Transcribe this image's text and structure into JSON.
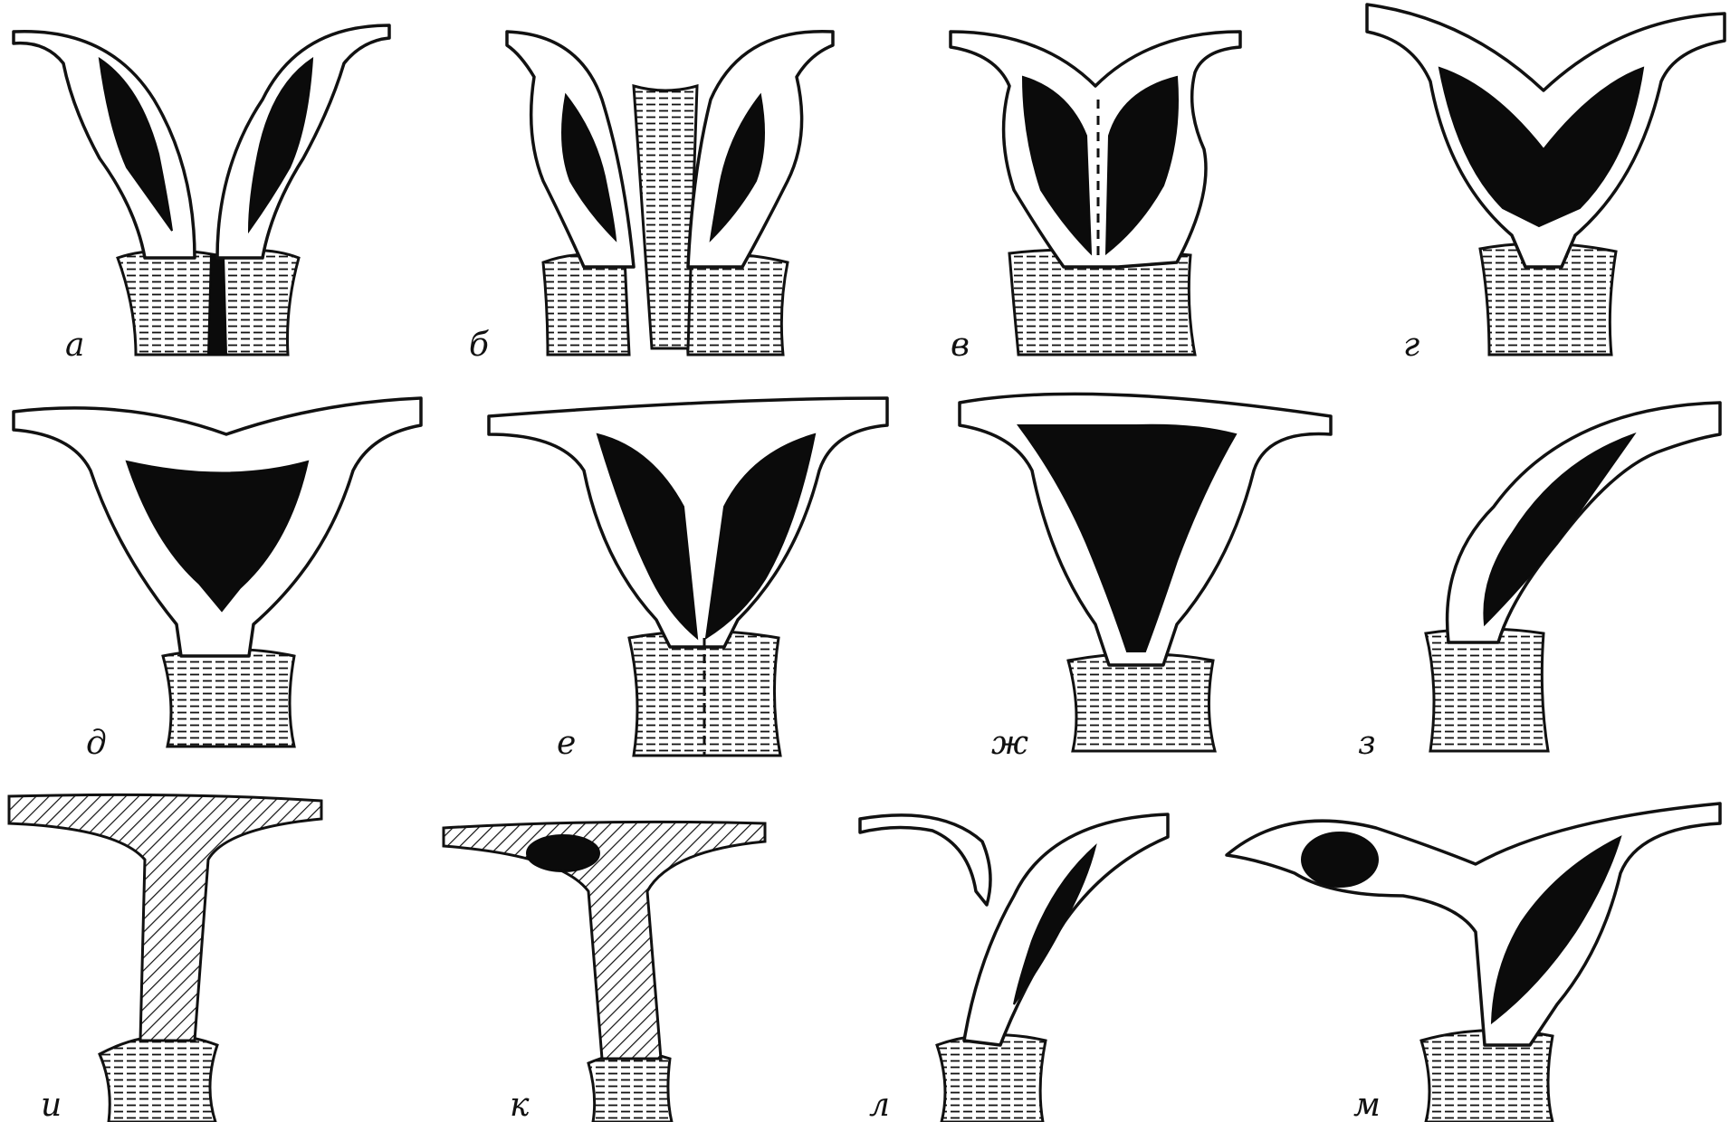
{
  "panels": [
    {
      "id": "a",
      "label": "а"
    },
    {
      "id": "b",
      "label": "б"
    },
    {
      "id": "v",
      "label": "в"
    },
    {
      "id": "g",
      "label": "г"
    },
    {
      "id": "d",
      "label": "д"
    },
    {
      "id": "e",
      "label": "е"
    },
    {
      "id": "zh",
      "label": "ж"
    },
    {
      "id": "z",
      "label": "з"
    },
    {
      "id": "i",
      "label": "и"
    },
    {
      "id": "k",
      "label": "к"
    },
    {
      "id": "l",
      "label": "л"
    },
    {
      "id": "m",
      "label": "м"
    }
  ],
  "colors": {
    "ink": "#111111",
    "cavity": "#0b0b0b",
    "background": "#ffffff"
  }
}
